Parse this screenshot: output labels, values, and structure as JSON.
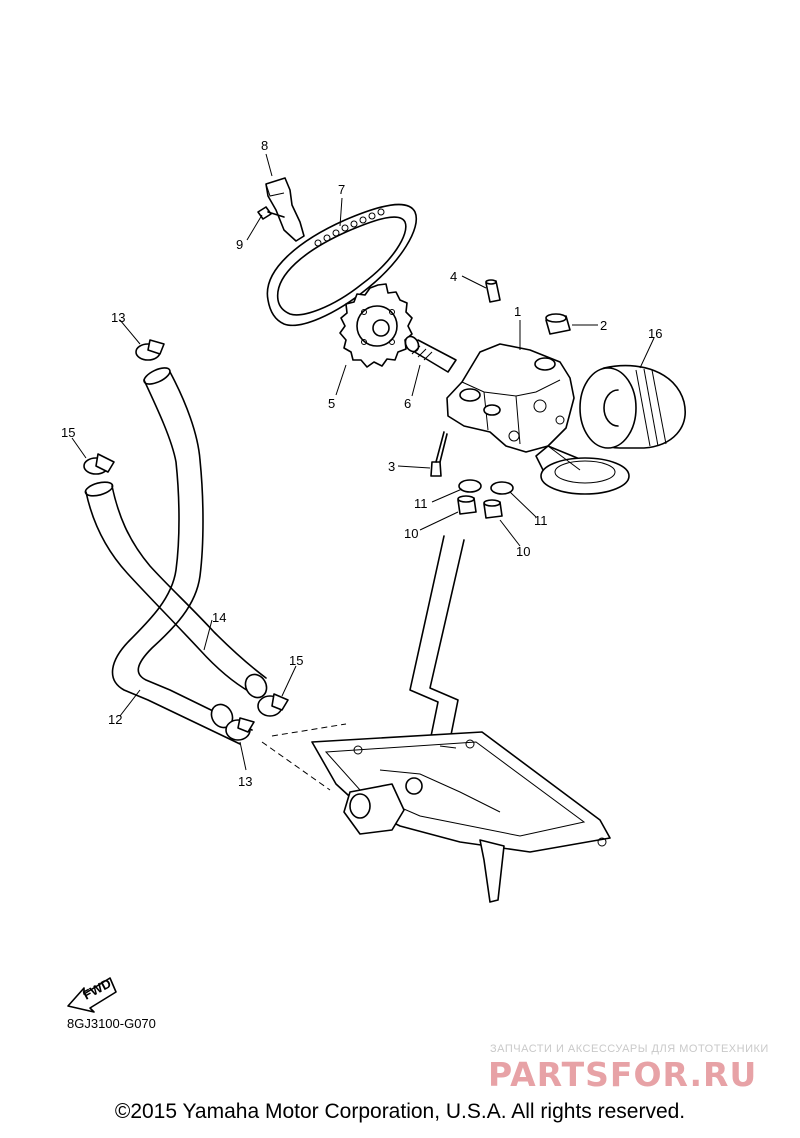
{
  "callouts": {
    "p1": "1",
    "p2": "2",
    "p3": "3",
    "p4": "4",
    "p5": "5",
    "p6": "6",
    "p7": "7",
    "p8": "8",
    "p9": "9",
    "p10a": "10",
    "p10b": "10",
    "p11a": "11",
    "p11b": "11",
    "p12": "12",
    "p13a": "13",
    "p13b": "13",
    "p14": "14",
    "p15a": "15",
    "p15b": "15",
    "p16": "16"
  },
  "fwd_arrow_text": "FWD",
  "diagram_code": "8GJ3100-G070",
  "watermark": {
    "tagline": "ЗАПЧАСТИ И АКСЕССУАРЫ ДЛЯ МОТОТЕХНИКИ",
    "logo": "PARTSFOR.RU"
  },
  "copyright": "©2015 Yamaha Motor Corporation, U.S.A. All rights reserved."
}
